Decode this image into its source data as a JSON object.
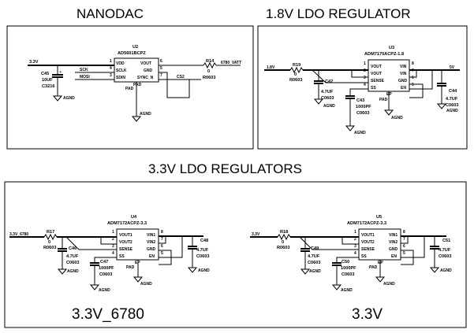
{
  "panels": {
    "nanodac": {
      "title": "NANODAC",
      "ic": {
        "ref": "U2",
        "part": "AD5601BCPZ",
        "pins_left": [
          "VDD",
          "SCLK",
          "SDIN"
        ],
        "pins_right": [
          "VOUT",
          "GND",
          "SYNC_N"
        ],
        "pin_nums_left": [
          "1",
          "4",
          "3"
        ],
        "pin_nums_right": [
          "6",
          "5",
          "7"
        ],
        "pad": "PAD",
        "pad_label": "PAD"
      },
      "net_in": "3.3V",
      "cap": {
        "ref": "C45",
        "value": "10UF",
        "pkg": "C3216",
        "plus": "+"
      },
      "sck": "SCK",
      "mosi": "MOSI",
      "cs": "CS2",
      "res": {
        "ref": "R14",
        "value": "0",
        "pkg": "R0603"
      },
      "net_out": "6780_VATT",
      "agnd": [
        "AGND",
        "AGND"
      ]
    },
    "ldo18": {
      "title": "1.8V LDO REGULATOR",
      "ic": {
        "ref": "U3",
        "part": "ADM7170ACPZ-1.8",
        "pins_left": [
          "VOUT",
          "VOUT",
          "SENSE",
          "SS"
        ],
        "pins_right": [
          "VIN",
          "VIN",
          "GND",
          "EN"
        ],
        "pin_nums_left": [
          "1",
          "2",
          "3",
          "4"
        ],
        "pin_nums_right": [
          "8",
          "7",
          "6",
          "5"
        ],
        "pad": "PAD",
        "ep": "EP"
      },
      "net_in": "1.8V",
      "net_out": "5V",
      "res": {
        "ref": "R19",
        "value": "0",
        "pkg": "R0603"
      },
      "c1": {
        "ref": "C42",
        "value": "4.7UF",
        "pkg": "C0603"
      },
      "c2": {
        "ref": "C43",
        "value": "1000PF",
        "pkg": "C0603"
      },
      "c3": {
        "ref": "C44",
        "value": "4.7UF",
        "pkg": "C0603"
      },
      "agnd": [
        "AGND",
        "AGND",
        "AGND",
        "AGND"
      ]
    },
    "ldo33": {
      "title": "3.3V LDO REGULATORS",
      "left": {
        "label": "3.3V_6780",
        "net_in": "3.3V_6780",
        "ic": {
          "ref": "U4",
          "part": "ADM7172ACPZ-3.3",
          "pins_left": [
            "VOUT1",
            "VOUT2",
            "SENSE",
            "SS"
          ],
          "pins_right": [
            "VIN1",
            "VIN2",
            "GND",
            "EN"
          ],
          "pin_nums_left": [
            "1",
            "2",
            "3",
            "4"
          ],
          "pin_nums_right": [
            "8",
            "7",
            "6",
            "5"
          ],
          "pad": "PAD",
          "ep": "EP"
        },
        "res": {
          "ref": "R17",
          "value": "0",
          "pkg": "R0603"
        },
        "c1": {
          "ref": "C46",
          "value": "4.7UF",
          "pkg": "C0603"
        },
        "c2": {
          "ref": "C47",
          "value": "1000PF",
          "pkg": "C0603"
        },
        "c3": {
          "ref": "C48",
          "value": "4.7UF",
          "pkg": "C0603"
        },
        "agnd": [
          "AGND",
          "AGND",
          "AGND",
          "AGND"
        ]
      },
      "right": {
        "label": "3.3V",
        "net_in": "3.3V",
        "ic": {
          "ref": "U5",
          "part": "ADM7172ACPZ-3.3",
          "pins_left": [
            "VOUT1",
            "VOUT2",
            "SENSE",
            "SS"
          ],
          "pins_right": [
            "VIN1",
            "VIN2",
            "GND",
            "EN"
          ],
          "pin_nums_left": [
            "1",
            "2",
            "3",
            "4"
          ],
          "pin_nums_right": [
            "8",
            "7",
            "6",
            "5"
          ],
          "pad": "PAD",
          "ep": "EP"
        },
        "res": {
          "ref": "R18",
          "value": "0",
          "pkg": "R0603"
        },
        "c1": {
          "ref": "C49",
          "value": "4.7UF",
          "pkg": "C0603"
        },
        "c2": {
          "ref": "C50",
          "value": "1000PF",
          "pkg": "C0603"
        },
        "c3": {
          "ref": "C51",
          "value": "4.7UF",
          "pkg": "C0603"
        },
        "agnd": [
          "AGND",
          "AGND",
          "AGND",
          "AGND"
        ]
      }
    }
  }
}
